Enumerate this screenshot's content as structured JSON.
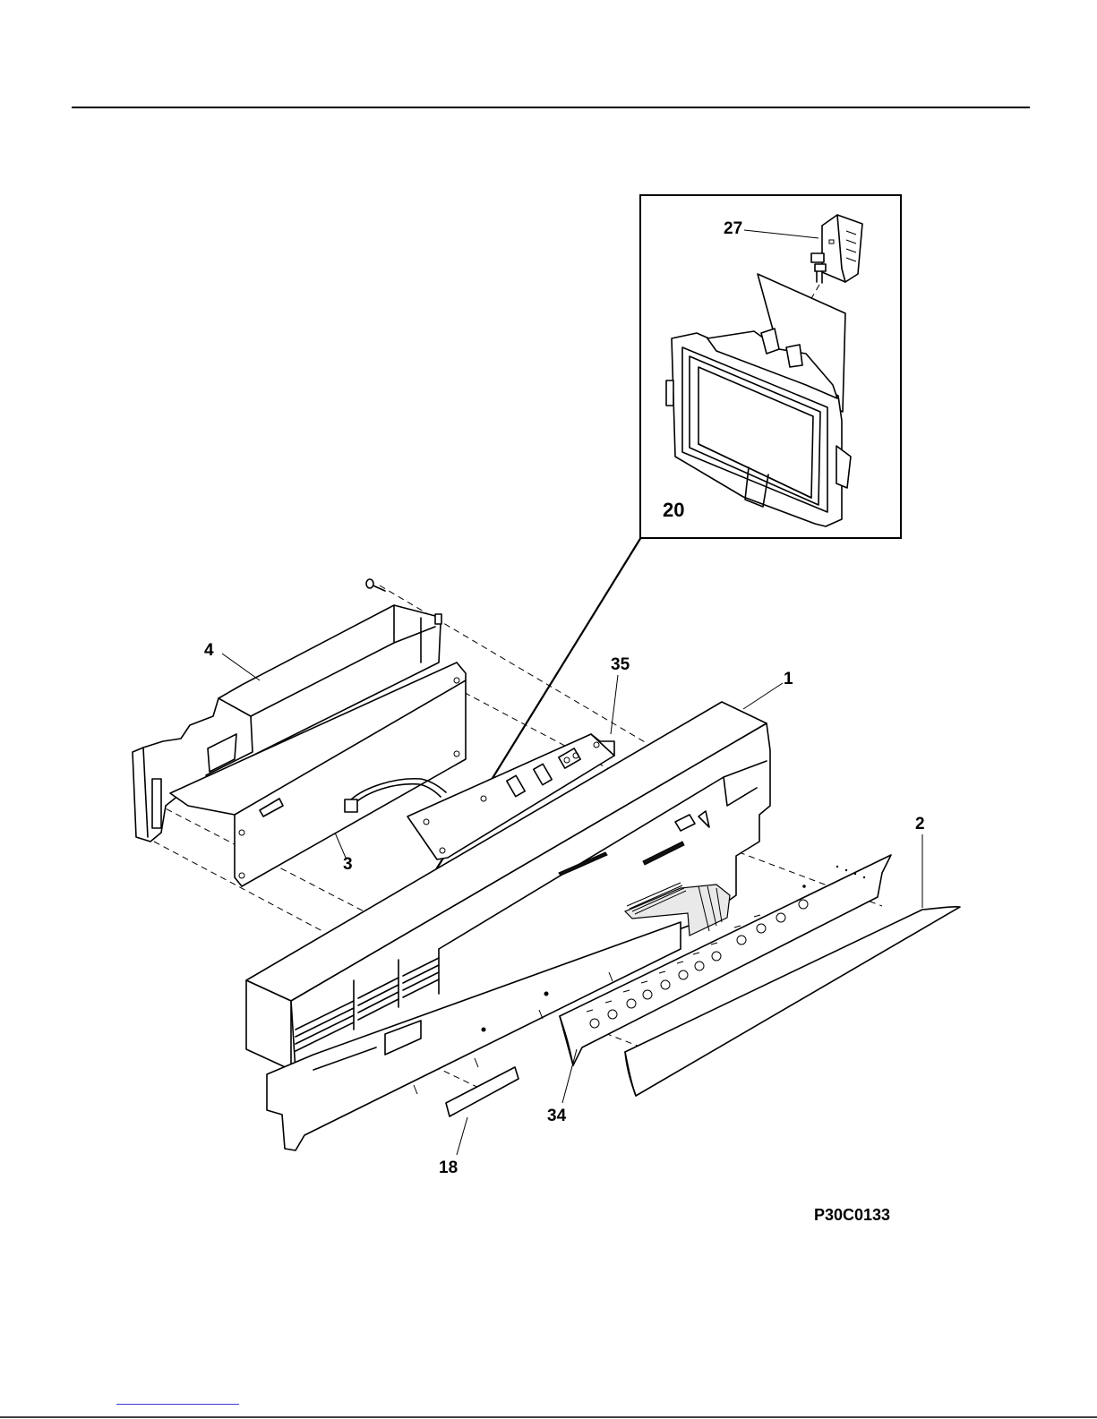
{
  "diagram": {
    "drawing_code": "P30C0133",
    "inset_part": "20",
    "part_labels": {
      "p27": "27",
      "p4": "4",
      "p35": "35",
      "p1": "1",
      "p2": "2",
      "p3": "3",
      "p34": "34",
      "p18": "18"
    }
  }
}
